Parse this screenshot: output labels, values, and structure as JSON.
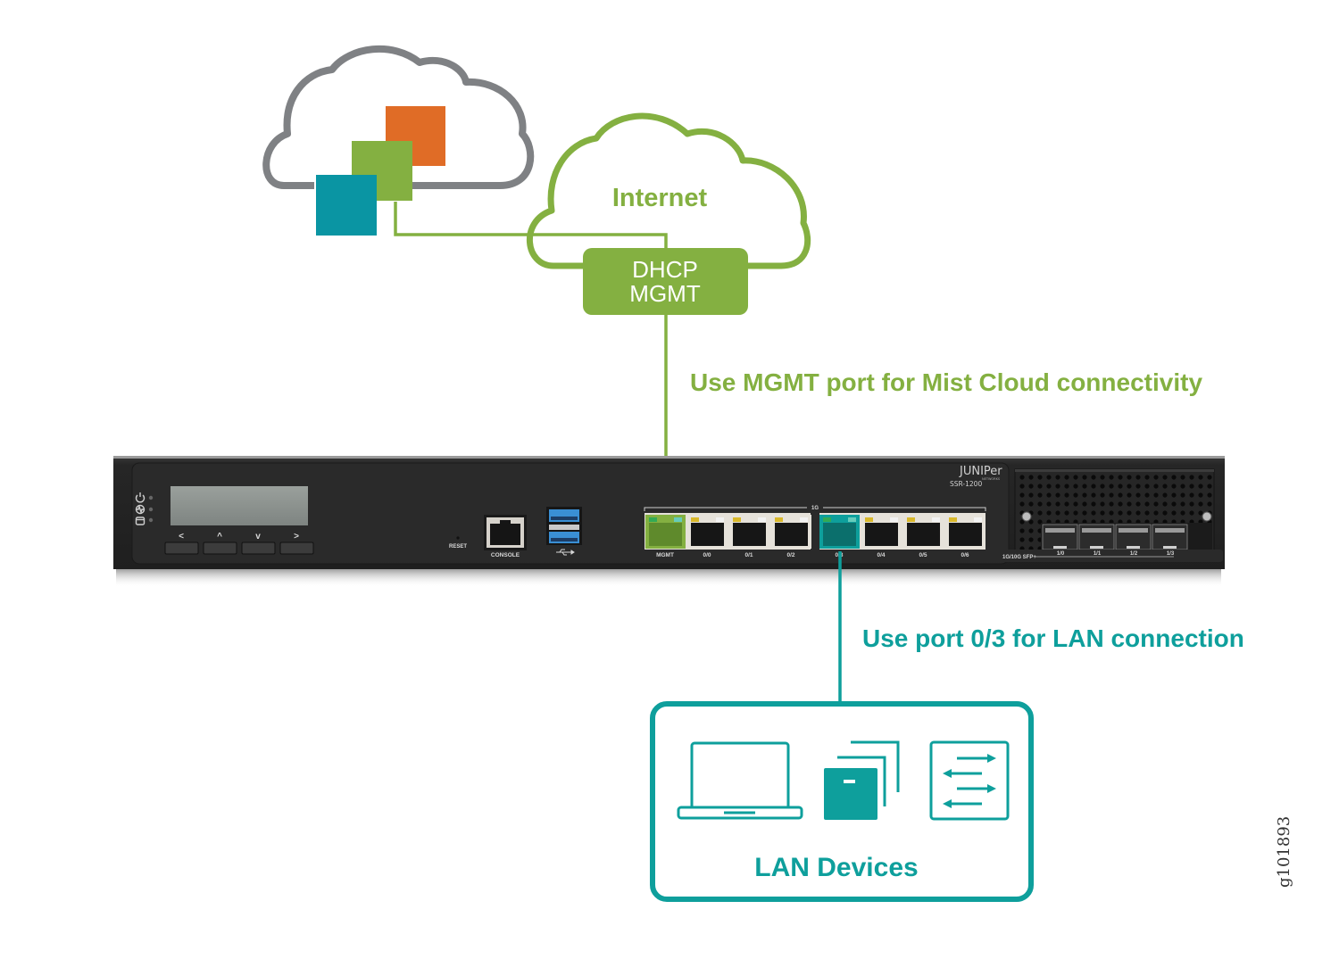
{
  "colors": {
    "green": "#84b041",
    "teal": "#0e9f9c",
    "orange": "#e06c26",
    "cloud_gray": "#7f8184",
    "device_body": "#2b2b2b"
  },
  "mist_cloud": {
    "icon": "mist-cloud-icon"
  },
  "internet_cloud": {
    "label": "Internet"
  },
  "mgmt_box": {
    "line1": "DHCP",
    "line2": "MGMT"
  },
  "callouts": {
    "mgmt": "Use MGMT port for Mist Cloud connectivity",
    "lan": "Use port 0/3 for LAN connection"
  },
  "device": {
    "brand": "JUNIPer",
    "brand_sub": "NETWORKS",
    "model": "SSR-1200",
    "status_leds": [
      "power-icon",
      "heartbeat-icon",
      "storage-icon"
    ],
    "nav_buttons": [
      "<",
      "^",
      "v",
      ">"
    ],
    "reset_label": "RESET",
    "console_label": "CONSOLE",
    "usb_label": "usb-icon",
    "group_label_1g": "1G",
    "ports_1g": [
      "MGMT",
      "0/0",
      "0/1",
      "0/2",
      "0/3",
      "0/4",
      "0/5",
      "0/6"
    ],
    "sfp_label": "1G/10G SFP+",
    "ports_sfp": [
      "1/0",
      "1/1",
      "1/2",
      "1/3"
    ]
  },
  "lan_box": {
    "label": "LAN Devices",
    "icons": [
      "laptop-icon",
      "server-stack-icon",
      "switch-icon"
    ]
  },
  "figure_id": "g101893"
}
